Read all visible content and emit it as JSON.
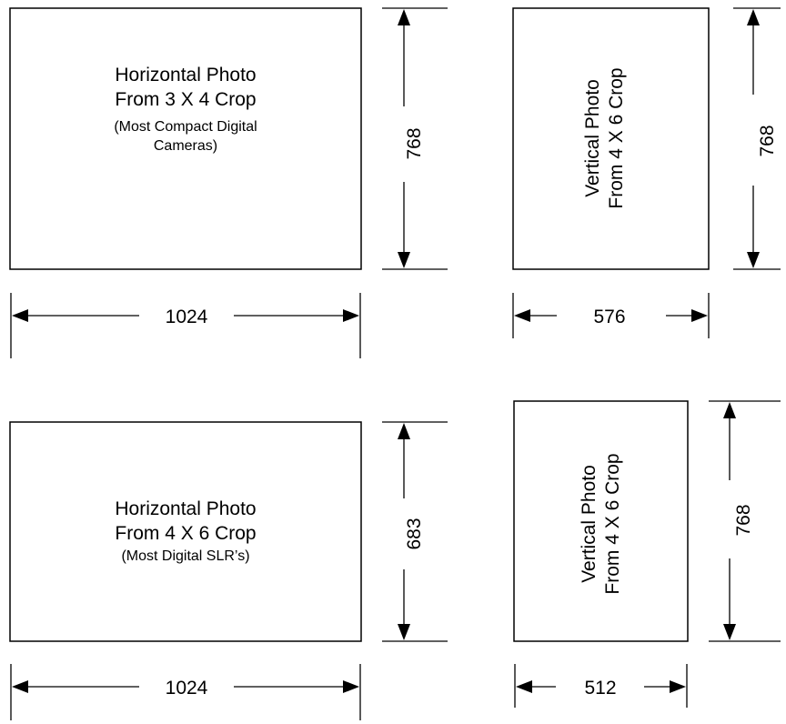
{
  "panels": [
    {
      "title_lines": [
        "Horizontal Photo",
        "From 3 X 4 Crop"
      ],
      "note_lines": [
        "(Most Compact Digital",
        "Cameras)"
      ],
      "width_label": "1024",
      "height_label": "768"
    },
    {
      "title_lines": [
        "Vertical Photo",
        "From 4 X 6 Crop"
      ],
      "note_lines": [],
      "width_label": "576",
      "height_label": "768"
    },
    {
      "title_lines": [
        "Horizontal Photo",
        "From 4 X 6 Crop"
      ],
      "note_lines": [
        "(Most Digital SLR’s)"
      ],
      "width_label": "1024",
      "height_label": "683"
    },
    {
      "title_lines": [
        "Vertical Photo",
        "From 4 X 6 Crop"
      ],
      "note_lines": [],
      "width_label": "512",
      "height_label": "768"
    }
  ]
}
